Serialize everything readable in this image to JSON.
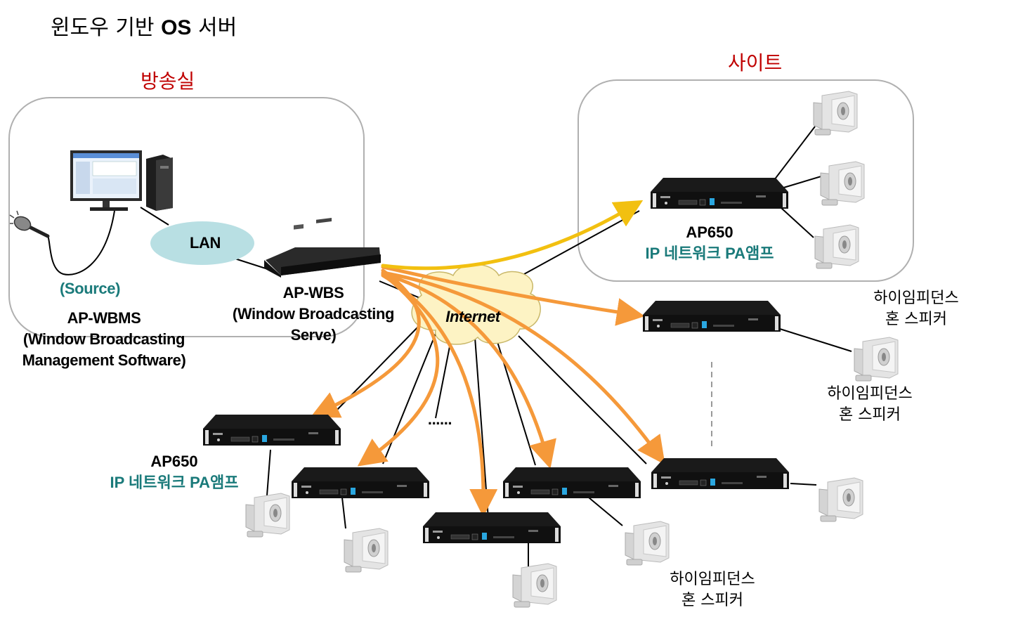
{
  "title": {
    "prefix": "윈도우 기반",
    "bold": "OS",
    "suffix": "서버"
  },
  "regions": {
    "broadcast_room": "방송실",
    "site": "사이트"
  },
  "labels": {
    "lan": "LAN",
    "source": "(Source)",
    "wbms_line1": "AP-WBMS",
    "wbms_line2": "(Window Broadcasting",
    "wbms_line3": "Management Software)",
    "wbs_line1": "AP-WBS",
    "wbs_line2": "(Window Broadcasting",
    "wbs_line3": "Serve)",
    "internet": "Internet",
    "ellipsis": "......"
  },
  "amplifiers": {
    "model": "AP650",
    "description": "IP 네트워크 PA앰프"
  },
  "speakers": {
    "line1": "하이임피던스",
    "line2": "혼 스피커"
  },
  "colors": {
    "arrow_orange": "#f5993a",
    "arrow_yellow": "#f2c010",
    "region_border": "#b0b0b0",
    "lan_fill": "#b8dfe3",
    "cloud_fill": "#fdf3c4",
    "title_red": "#c00000",
    "teal_text": "#1a7a7a"
  }
}
